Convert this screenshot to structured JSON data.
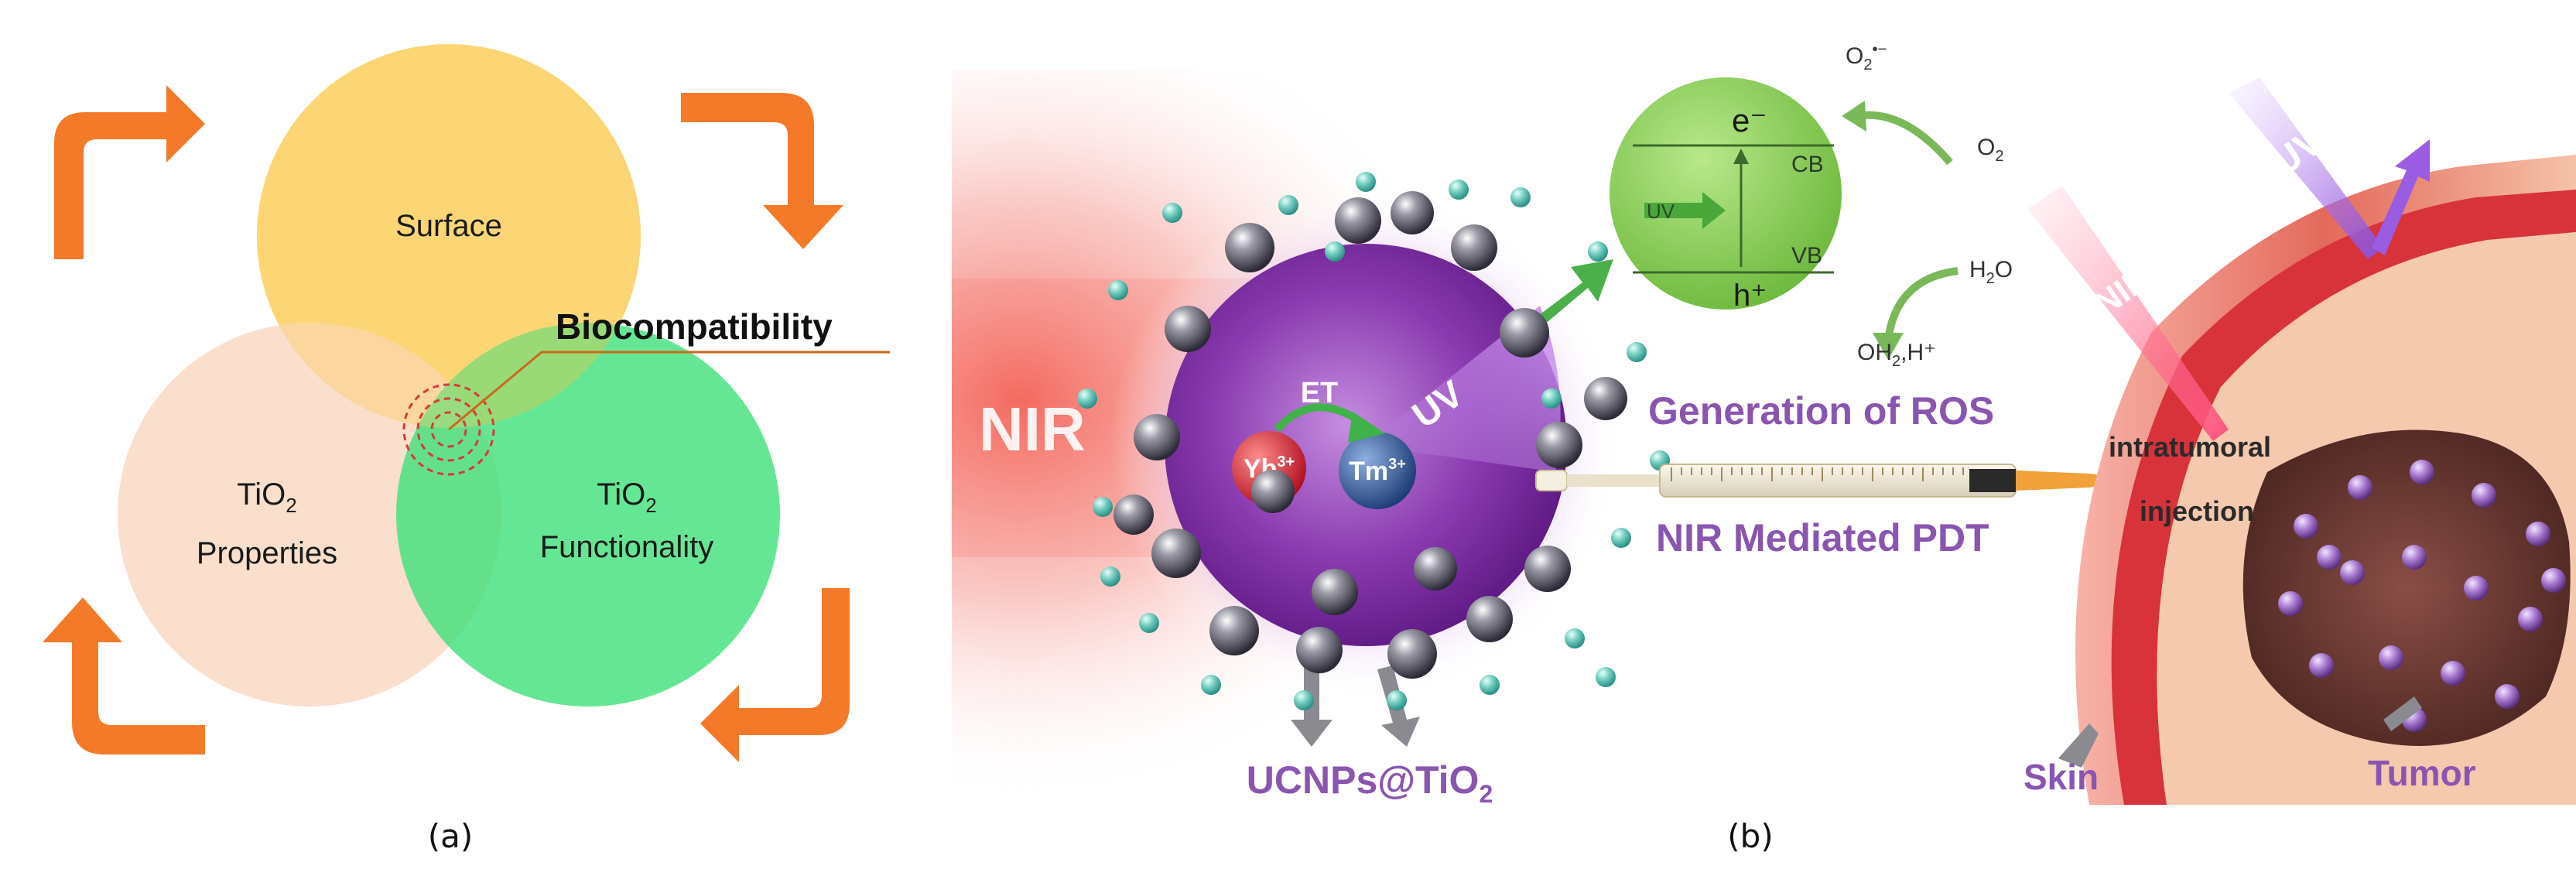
{
  "panel_a": {
    "circle_surface": "Surface",
    "circle_properties_main": "TiO",
    "circle_properties_sub": "2",
    "circle_properties_line2": "Properties",
    "circle_functionality_main": "TiO",
    "circle_functionality_sub": "2",
    "circle_functionality_line2": "Functionality",
    "callout_label": "Biocompatibility",
    "caption": "(a)",
    "colors": {
      "surface": "#fcd571",
      "properties": "#f9d9c4",
      "functionality": "#3ee07a",
      "arrow": "#f47a2a"
    }
  },
  "panel_b": {
    "nir_left": "NIR",
    "et_label": "ET",
    "uv_particle": "UV",
    "yb_main": "Yb",
    "yb_sup": "3+",
    "tm_main": "Tm",
    "tm_sup": "3+",
    "particle_label_main": "UCNPs@TiO",
    "particle_label_sub": "2",
    "band_e": "e⁻",
    "band_cb": "CB",
    "band_vb": "VB",
    "band_h": "h⁺",
    "band_uv": "UV",
    "o2_radical_main": "O",
    "o2_radical_sub": "2",
    "o2_radical_sup": "•−",
    "o2_main": "O",
    "o2_sub": "2",
    "h2o_main": "H",
    "h2o_sub": "2",
    "h2o_end": "O",
    "oh_label": "OH",
    "oh_sub": "2",
    "oh_end": ",H⁺",
    "ros_label": "Generation of ROS",
    "pdt_label": "NIR Mediated PDT",
    "injection_line1": "intratumoral",
    "injection_line2": "injection",
    "nir_right": "NIR",
    "uv_right": "UV",
    "skin_label": "Skin",
    "tumor_label": "Tumor",
    "caption": "(b)",
    "colors": {
      "label_purple": "#8a55b0",
      "band_green": "#7ec84a",
      "particle_purple": "#7a2a9a",
      "skin_red": "#d8323a",
      "tumor_brown": "#6a3a34"
    }
  }
}
